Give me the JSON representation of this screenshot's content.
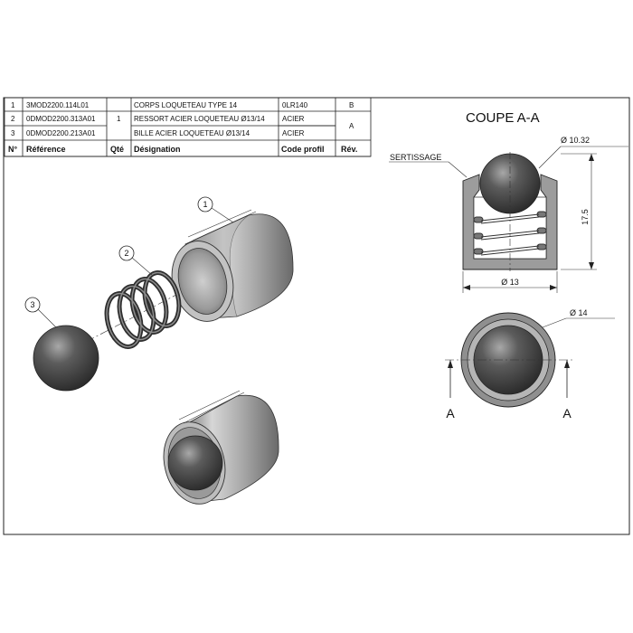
{
  "parts_table": {
    "rows": [
      {
        "no": "1",
        "ref": "3MOD2200.114L01",
        "qty": "",
        "designation": "CORPS LOQUETEAU TYPE 14",
        "profile": "0LR140",
        "rev": "B"
      },
      {
        "no": "2",
        "ref": "0DMOD2200.313A01",
        "qty": "1",
        "designation": "RESSORT ACIER LOQUETEAU Ø13/14",
        "profile": "ACIER",
        "rev": "A"
      },
      {
        "no": "3",
        "ref": "0DMOD2200.213A01",
        "qty": "",
        "designation": "BILLE ACIER LOQUETEAU Ø13/14",
        "profile": "ACIER",
        "rev": ""
      }
    ],
    "header": {
      "no": "N°",
      "ref": "Référence",
      "qty": "Qté",
      "designation": "Désignation",
      "profile": "Code profil",
      "rev": "Rév."
    }
  },
  "section_view": {
    "title": "COUPE A-A",
    "crimp_label": "SERTISSAGE",
    "dim_ball": "Ø 10.32",
    "dim_height": "17.5",
    "dim_body": "Ø 13"
  },
  "bottom_view": {
    "dim_outer": "Ø 14",
    "cut_left": "A",
    "cut_right": "A"
  },
  "balloons": {
    "b1": "1",
    "b2": "2",
    "b3": "3"
  },
  "colors": {
    "line": "#222222",
    "metal": "#8a8a8a",
    "ball": "#3e3e3e",
    "section": "#9c9c9c"
  }
}
